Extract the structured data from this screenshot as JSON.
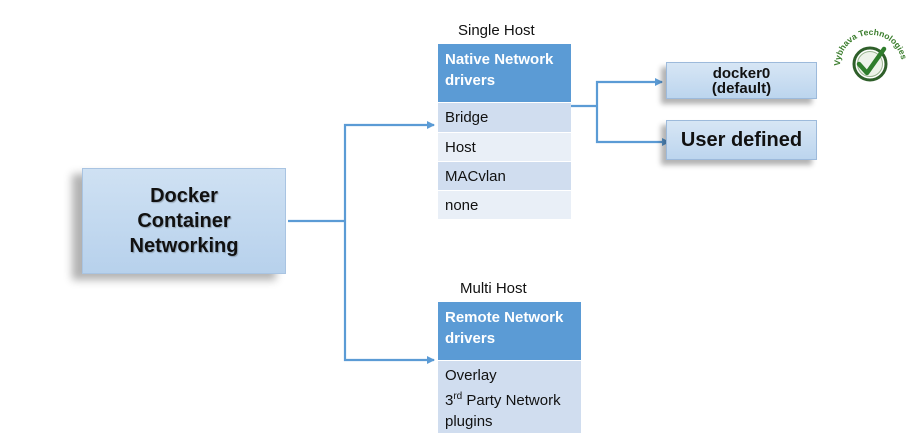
{
  "main": {
    "lines": [
      "Docker",
      "Container",
      "Networking"
    ]
  },
  "single_host": {
    "label": "Single Host",
    "header_lines": [
      "Native Network",
      "drivers"
    ],
    "rows": [
      "Bridge",
      "Host",
      "MACvlan",
      "none"
    ]
  },
  "multi_host": {
    "label": "Multi Host",
    "header_lines": [
      "Remote Network",
      "drivers"
    ],
    "body": {
      "line1": "Overlay",
      "line2_prefix": "3",
      "line2_sup": "rd",
      "line2_rest": " Party Network",
      "line3": "plugins"
    }
  },
  "bridge_targets": {
    "docker0": "docker0",
    "docker0_note": "(default)",
    "user_defined": "User defined"
  },
  "logo": {
    "text": "Vybhava Technologies",
    "icon": "check-mark-icon"
  },
  "colors": {
    "connector": "#5b9bd5",
    "header_bg": "#5b9bd5",
    "box_fill": "#bcd5ee"
  }
}
